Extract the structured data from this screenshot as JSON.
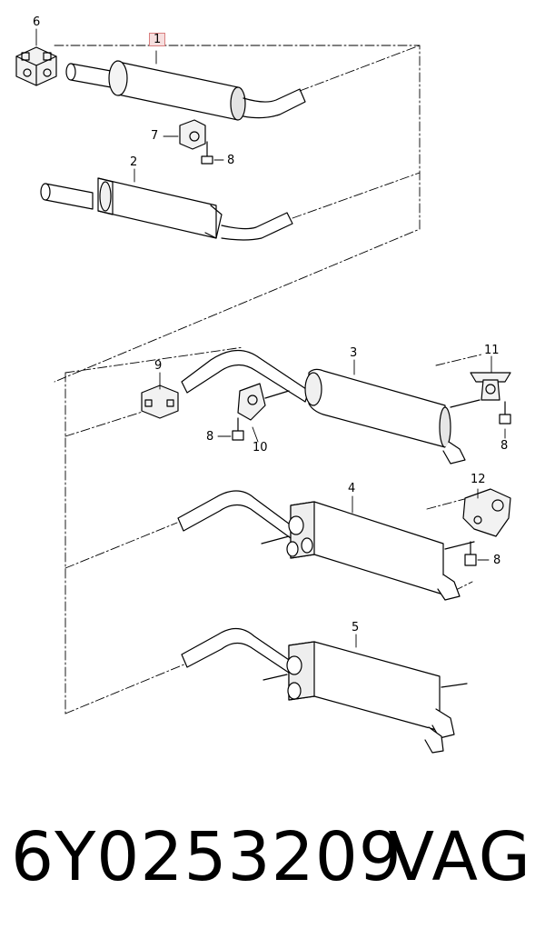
{
  "callouts": {
    "c1": "1",
    "c2": "2",
    "c3": "3",
    "c4": "4",
    "c5": "5",
    "c6": "6",
    "c7": "7",
    "c8a": "8",
    "c8b": "8",
    "c8c": "8",
    "c8d": "8",
    "c9": "9",
    "c10": "10",
    "c11": "11",
    "c12": "12"
  },
  "footer": {
    "part_number": "6Y0253209",
    "brand": "VAG"
  },
  "colors": {
    "highlight_border": "#d98080",
    "highlight_fill": "#f6dede",
    "line": "#000000",
    "shade": "#dcdcdc"
  }
}
